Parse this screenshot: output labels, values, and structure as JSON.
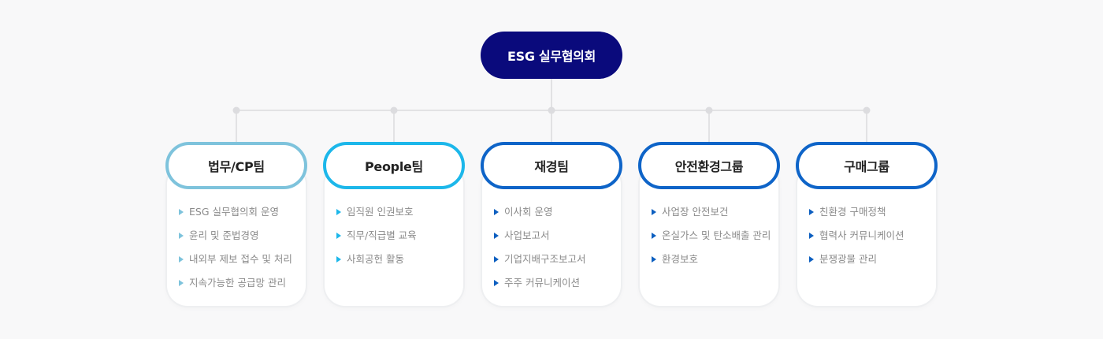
{
  "root": {
    "label": "ESG 실무협의회"
  },
  "teams": [
    {
      "label": "법무/CP팀",
      "color": "#7ec3dc",
      "items": [
        "ESG 실무협의회 운영",
        "윤리 및 준법경영",
        "내외부 제보 접수 및 처리",
        "지속가능한 공급망 관리"
      ]
    },
    {
      "label": "People팀",
      "color": "#1cb7ea",
      "items": [
        "임직원 인권보호",
        "직무/직급별 교육",
        "사회공헌 활동"
      ]
    },
    {
      "label": "재경팀",
      "color": "#0e64c8",
      "items": [
        "이사회 운영",
        "사업보고서",
        "기업지배구조보고서",
        "주주 커뮤니케이션"
      ]
    },
    {
      "label": "안전환경그룹",
      "color": "#0e64c8",
      "items": [
        "사업장 안전보건",
        "온실가스 및 탄소배출 관리",
        "환경보호"
      ]
    },
    {
      "label": "구매그룹",
      "color": "#0e64c8",
      "items": [
        "친환경 구매정책",
        "협력사 커뮤니케이션",
        "분쟁광물 관리"
      ]
    }
  ],
  "colors": {
    "root_fill": "#0a0a7c",
    "connector": "#dadadd"
  }
}
